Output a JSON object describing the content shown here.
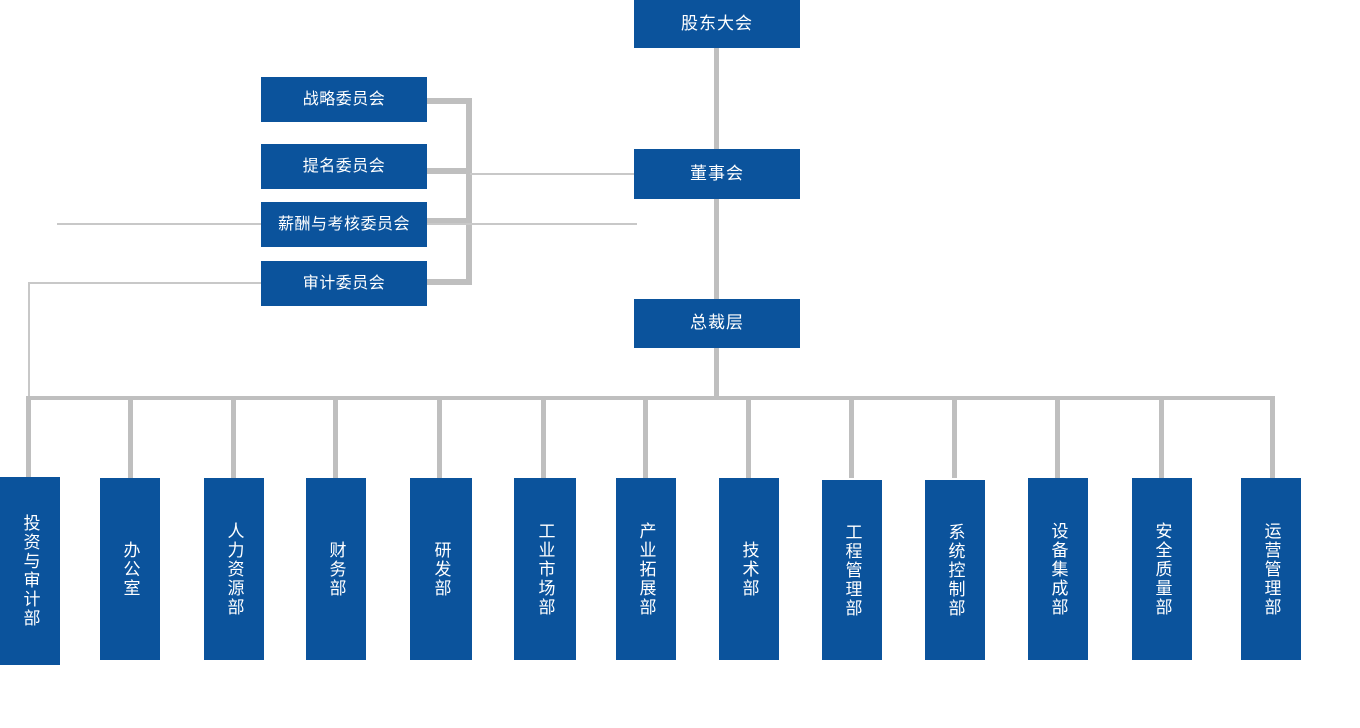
{
  "chart_data": {
    "type": "diagram",
    "subtype": "organization-chart",
    "orientation": "top-down",
    "accent_color": "#0B539C",
    "connector_color": "#BFBFBF",
    "background": "#ffffff",
    "levels": [
      {
        "level": 1,
        "nodes": [
          "股东大会"
        ]
      },
      {
        "level": 2,
        "nodes": [
          "董事会"
        ]
      },
      {
        "level": 3,
        "nodes": [
          "总裁层"
        ]
      },
      {
        "level": 4,
        "nodes": [
          "投资与审计部",
          "办公室",
          "人力资源部",
          "财务部",
          "研发部",
          "工业市场部",
          "产业拓展部",
          "技术部",
          "工程管理部",
          "系统控制部",
          "设备集成部",
          "安全质量部",
          "运营管理部"
        ]
      }
    ],
    "side_nodes": [
      "战略委员会",
      "提名委员会",
      "薪酬与考核委员会",
      "审计委员会"
    ],
    "edges": [
      {
        "from": "股东大会",
        "to": "董事会"
      },
      {
        "from": "董事会",
        "to": "总裁层"
      },
      {
        "from": "董事会",
        "to": "战略委员会"
      },
      {
        "from": "董事会",
        "to": "提名委员会"
      },
      {
        "from": "董事会",
        "to": "薪酬与考核委员会"
      },
      {
        "from": "董事会",
        "to": "审计委员会"
      },
      {
        "from": "审计委员会",
        "to": "投资与审计部"
      },
      {
        "from": "总裁层",
        "to": "办公室"
      },
      {
        "from": "总裁层",
        "to": "人力资源部"
      },
      {
        "from": "总裁层",
        "to": "财务部"
      },
      {
        "from": "总裁层",
        "to": "研发部"
      },
      {
        "from": "总裁层",
        "to": "工业市场部"
      },
      {
        "from": "总裁层",
        "to": "产业拓展部"
      },
      {
        "from": "总裁层",
        "to": "技术部"
      },
      {
        "from": "总裁层",
        "to": "工程管理部"
      },
      {
        "from": "总裁层",
        "to": "系统控制部"
      },
      {
        "from": "总裁层",
        "to": "设备集成部"
      },
      {
        "from": "总裁层",
        "to": "安全质量部"
      },
      {
        "from": "总裁层",
        "to": "运营管理部"
      }
    ]
  },
  "nodes": {
    "shareholders": "股东大会",
    "board": "董事会",
    "president": "总裁层"
  },
  "committees": [
    {
      "label": "战略委员会"
    },
    {
      "label": "提名委员会"
    },
    {
      "label": "薪酬与考核委员会"
    },
    {
      "label": "审计委员会"
    }
  ],
  "departments": [
    {
      "label": "投资与审计部"
    },
    {
      "label": "办公室"
    },
    {
      "label": "人力资源部"
    },
    {
      "label": "财务部"
    },
    {
      "label": "研发部"
    },
    {
      "label": "工业市场部"
    },
    {
      "label": "产业拓展部"
    },
    {
      "label": "技术部"
    },
    {
      "label": "工程管理部"
    },
    {
      "label": "系统控制部"
    },
    {
      "label": "设备集成部"
    },
    {
      "label": "安全质量部"
    },
    {
      "label": "运营管理部"
    }
  ]
}
